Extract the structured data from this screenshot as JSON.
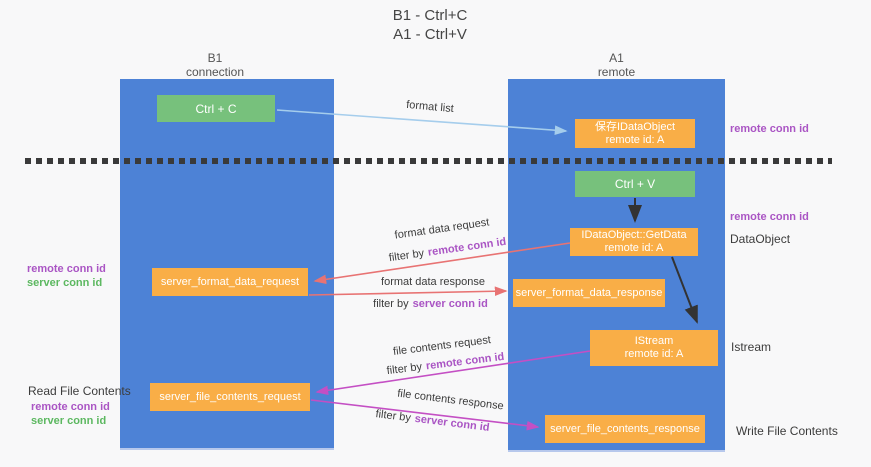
{
  "title": {
    "line1": "B1 - Ctrl+C",
    "line2": "A1 - Ctrl+V"
  },
  "columns": {
    "left": {
      "name": "B1",
      "role": "connection"
    },
    "right": {
      "name": "A1",
      "role": "remote"
    }
  },
  "boxes": {
    "ctrl_c": {
      "label": "Ctrl + C"
    },
    "save_dataobject": {
      "line1": "保存IDataObject",
      "line2": "remote id: A"
    },
    "ctrl_v": {
      "label": "Ctrl + V"
    },
    "getdata": {
      "line1": "IDataObject::GetData",
      "line2": "remote id: A"
    },
    "format_request": {
      "label": "server_format_data_request"
    },
    "format_response": {
      "label": "server_format_data_response"
    },
    "istream": {
      "line1": "IStream",
      "line2": "remote id: A"
    },
    "file_request": {
      "label": "server_file_contents_request"
    },
    "file_response": {
      "label": "server_file_contents_response"
    }
  },
  "flow": {
    "format_list": "format list",
    "filter_by": "filter by",
    "remote_conn_id": "remote conn id",
    "server_conn_id": "server conn id",
    "format_data_request": "format data request",
    "format_data_response": "format data response",
    "file_contents_request": "file contents request",
    "file_contents_response": "file contents response"
  },
  "side": {
    "remote_conn_id_top": "remote conn id",
    "remote_conn_id_mid": "remote conn id",
    "dataobject": "DataObject",
    "istream": "Istream",
    "write_file_contents": "Write File Contents",
    "read_file_contents": "Read File Contents",
    "left_remote_conn_id": "remote conn id",
    "left_server_conn_id": "server conn id"
  },
  "colors": {
    "background": "#f8f8f9",
    "column_blue": "#4d82d6",
    "box_green": "#77c17c",
    "box_orange": "#f9ae47",
    "arrow_light_blue": "#a5cdec",
    "arrow_red": "#e87373",
    "arrow_magenta": "#c44fc4",
    "arrow_black": "#333333",
    "text_purple": "#aa55c4",
    "text_green": "#5cb860",
    "dashed_line": "#3a3a3a"
  }
}
